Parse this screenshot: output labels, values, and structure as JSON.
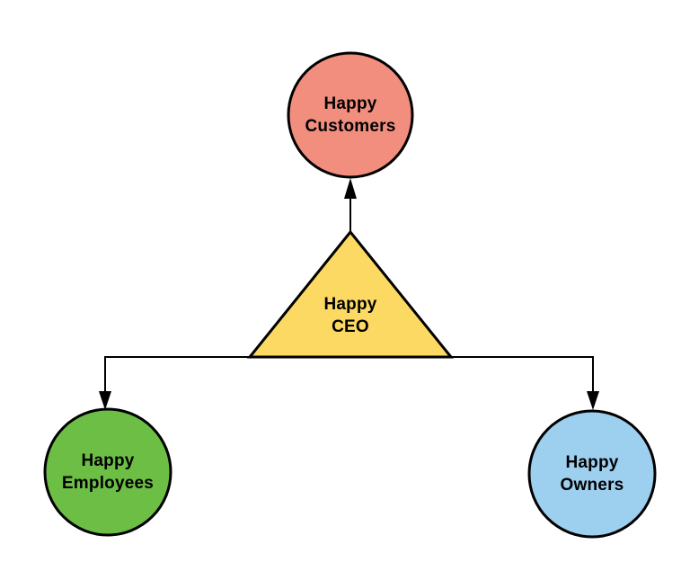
{
  "diagram": {
    "background_color": "#ffffff",
    "line_color": "#000000",
    "text_color": "#000000",
    "nodes": {
      "customers": {
        "shape": "circle",
        "fill": "#f28e7e",
        "line1": "Happy",
        "line2": "Customers"
      },
      "ceo": {
        "shape": "triangle",
        "fill": "#fbd963",
        "line1": "Happy",
        "line2": "CEO"
      },
      "employees": {
        "shape": "circle",
        "fill": "#6cbe45",
        "line1": "Happy",
        "line2": "Employees"
      },
      "owners": {
        "shape": "circle",
        "fill": "#9dcfef",
        "line1": "Happy",
        "line2": "Owners"
      }
    },
    "edges": [
      {
        "from": "ceo",
        "to": "customers",
        "direction": "up"
      },
      {
        "from": "ceo",
        "to": "employees",
        "direction": "down"
      },
      {
        "from": "ceo",
        "to": "owners",
        "direction": "down"
      }
    ]
  }
}
